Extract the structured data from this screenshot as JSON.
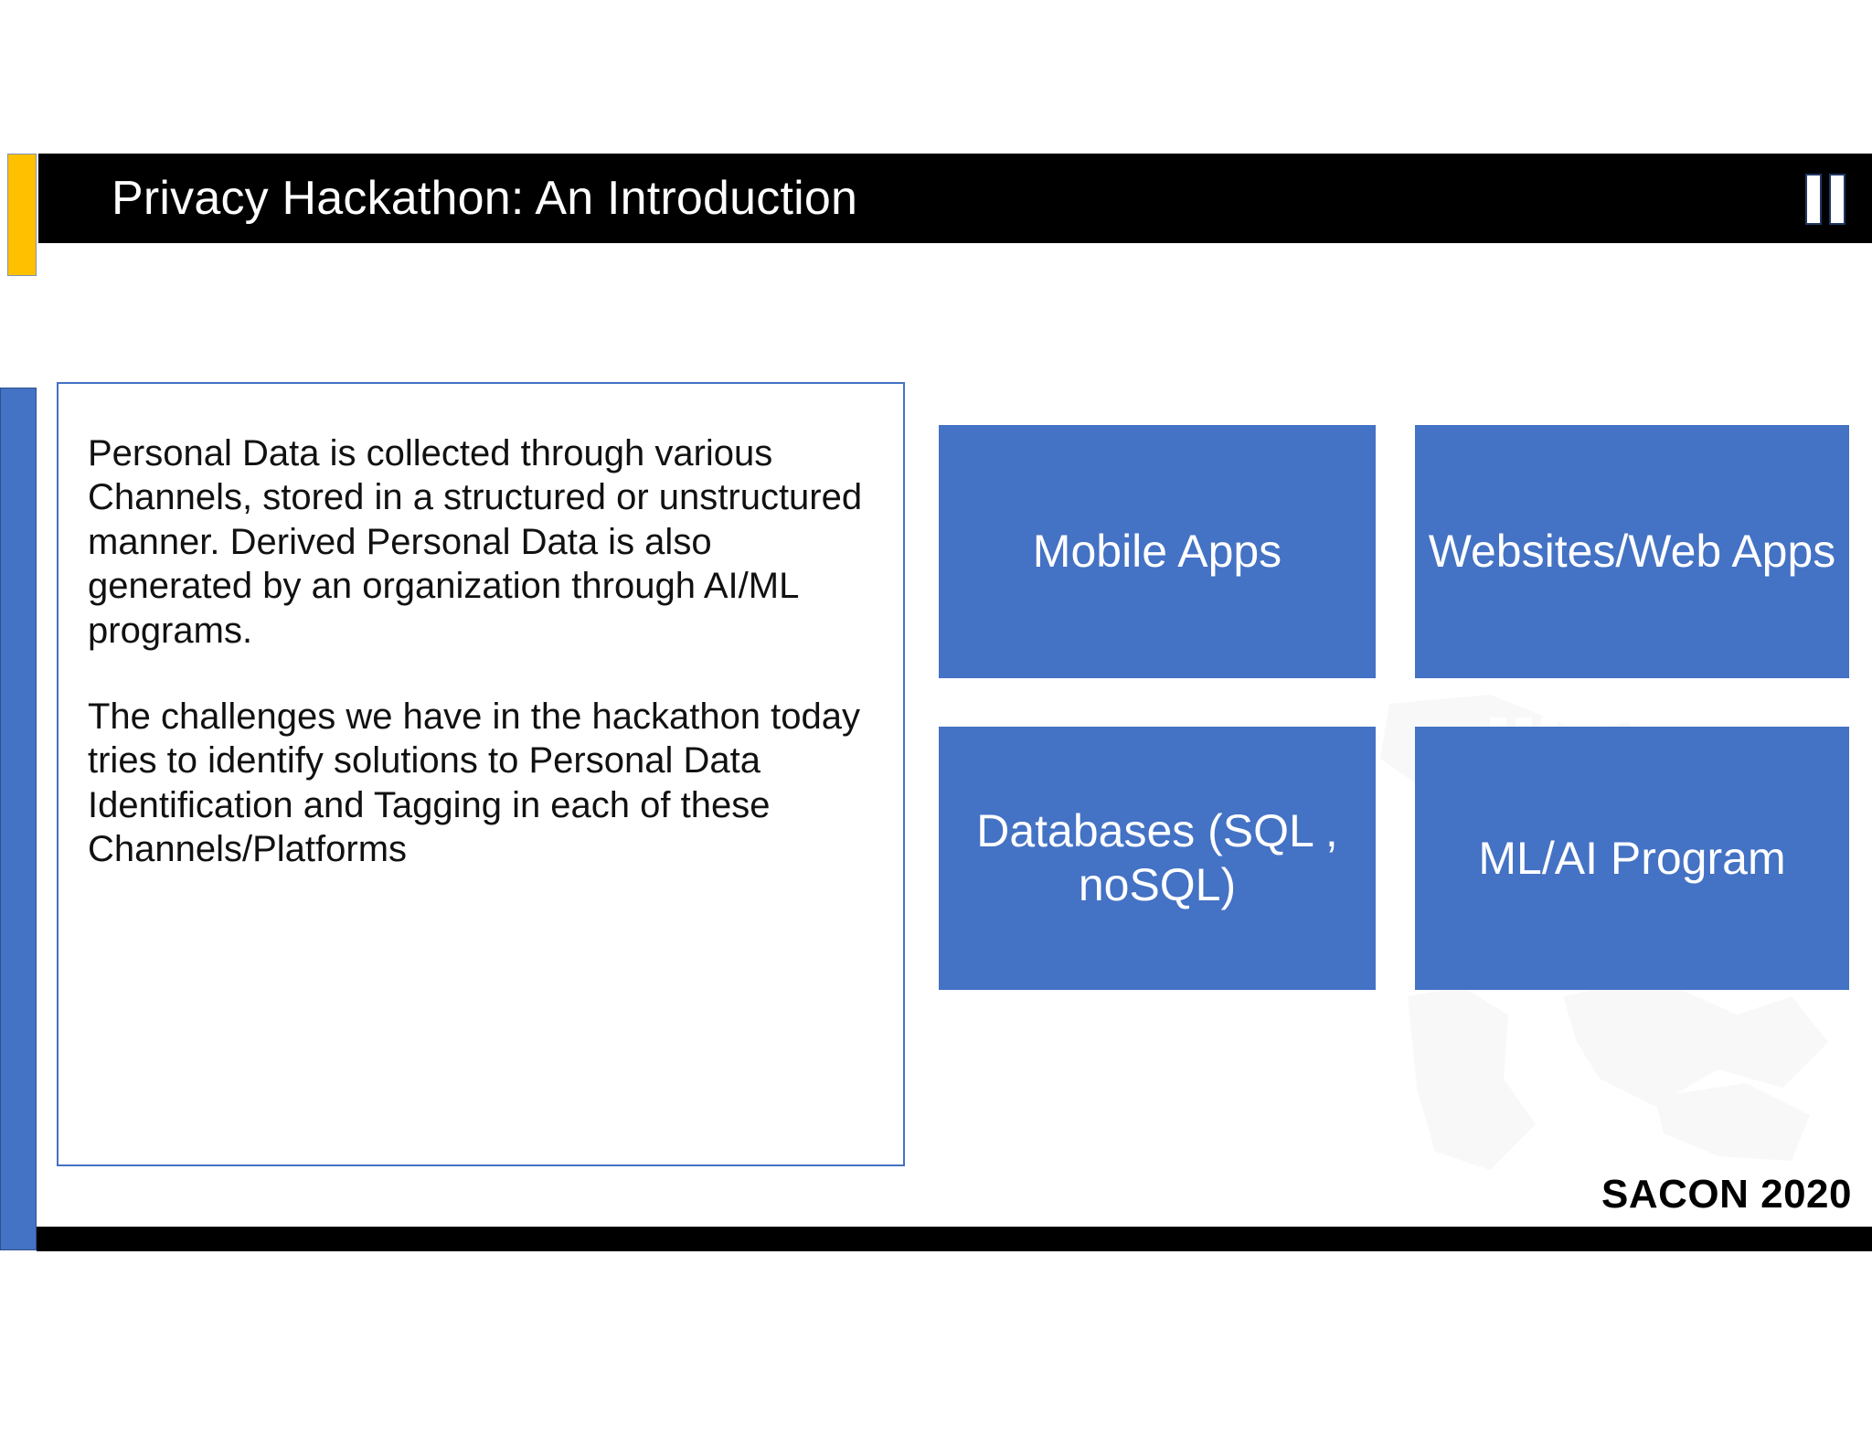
{
  "slide": {
    "title": "Privacy Hackathon: An Introduction",
    "logo_name": "two-vertical-bars-logo",
    "footer_brand": "SACON 2020",
    "colors": {
      "title_bar": "#000000",
      "accent_yellow": "#FFC000",
      "accent_blue": "#4472C4",
      "tile_blue": "#4472C4",
      "tile_text": "#FFFFFF",
      "body_text": "#111111",
      "box_border": "#4472C4"
    }
  },
  "body_text": {
    "paragraphs": [
      "Personal Data is collected through various Channels, stored in a structured or unstructured manner. Derived Personal Data is also generated by an organization through AI/ML programs.",
      "The challenges we have in the hackathon today tries to identify solutions to Personal Data Identification and Tagging in each of these Channels/Platforms"
    ]
  },
  "tiles": [
    {
      "label": "Mobile Apps"
    },
    {
      "label": "Websites/Web Apps"
    },
    {
      "label": "Databases (SQL , noSQL)"
    },
    {
      "label": "ML/AI Program"
    }
  ]
}
